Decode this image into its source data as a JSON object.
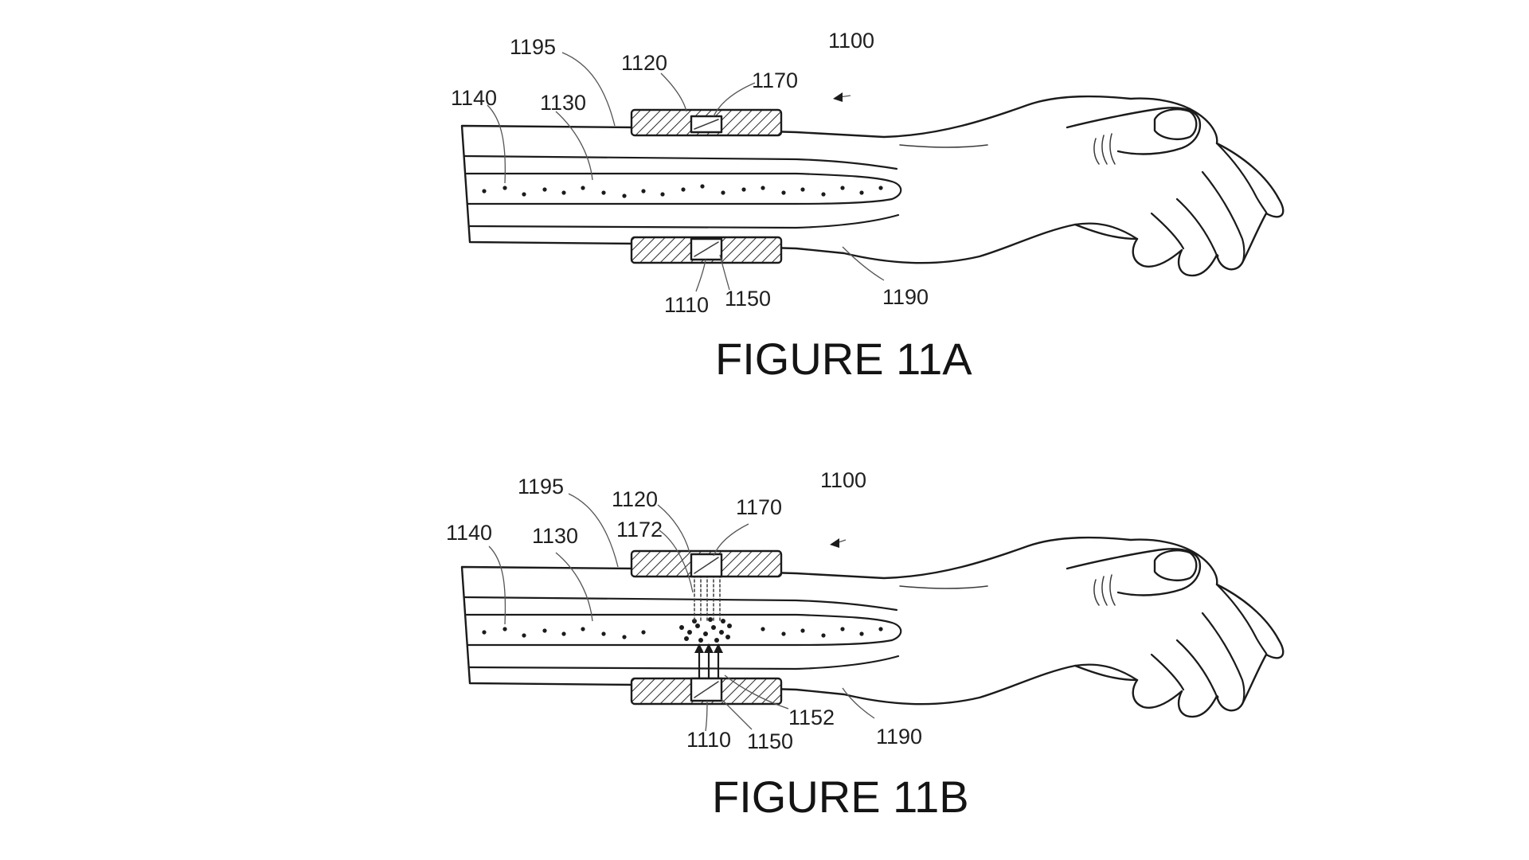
{
  "figures": [
    {
      "caption": "FIGURE 11A",
      "refs": {
        "device": "1100",
        "band_label": "1195",
        "top_band": "1120",
        "top_module": "1170",
        "arm_outer": "1140",
        "arm_inner": "1130",
        "bottom_band": "1110",
        "bottom_module": "1150",
        "arm_surface": "1190"
      }
    },
    {
      "caption": "FIGURE 11B",
      "refs": {
        "device": "1100",
        "band_label": "1195",
        "top_band": "1120",
        "top_emitter": "1172",
        "top_module": "1170",
        "arm_outer": "1140",
        "arm_inner": "1130",
        "bottom_band": "1110",
        "bottom_module": "1150",
        "bottom_emitter": "1152",
        "arm_surface": "1190"
      }
    }
  ],
  "colors": {
    "line": "#1b1b1b",
    "background": "#ffffff"
  }
}
